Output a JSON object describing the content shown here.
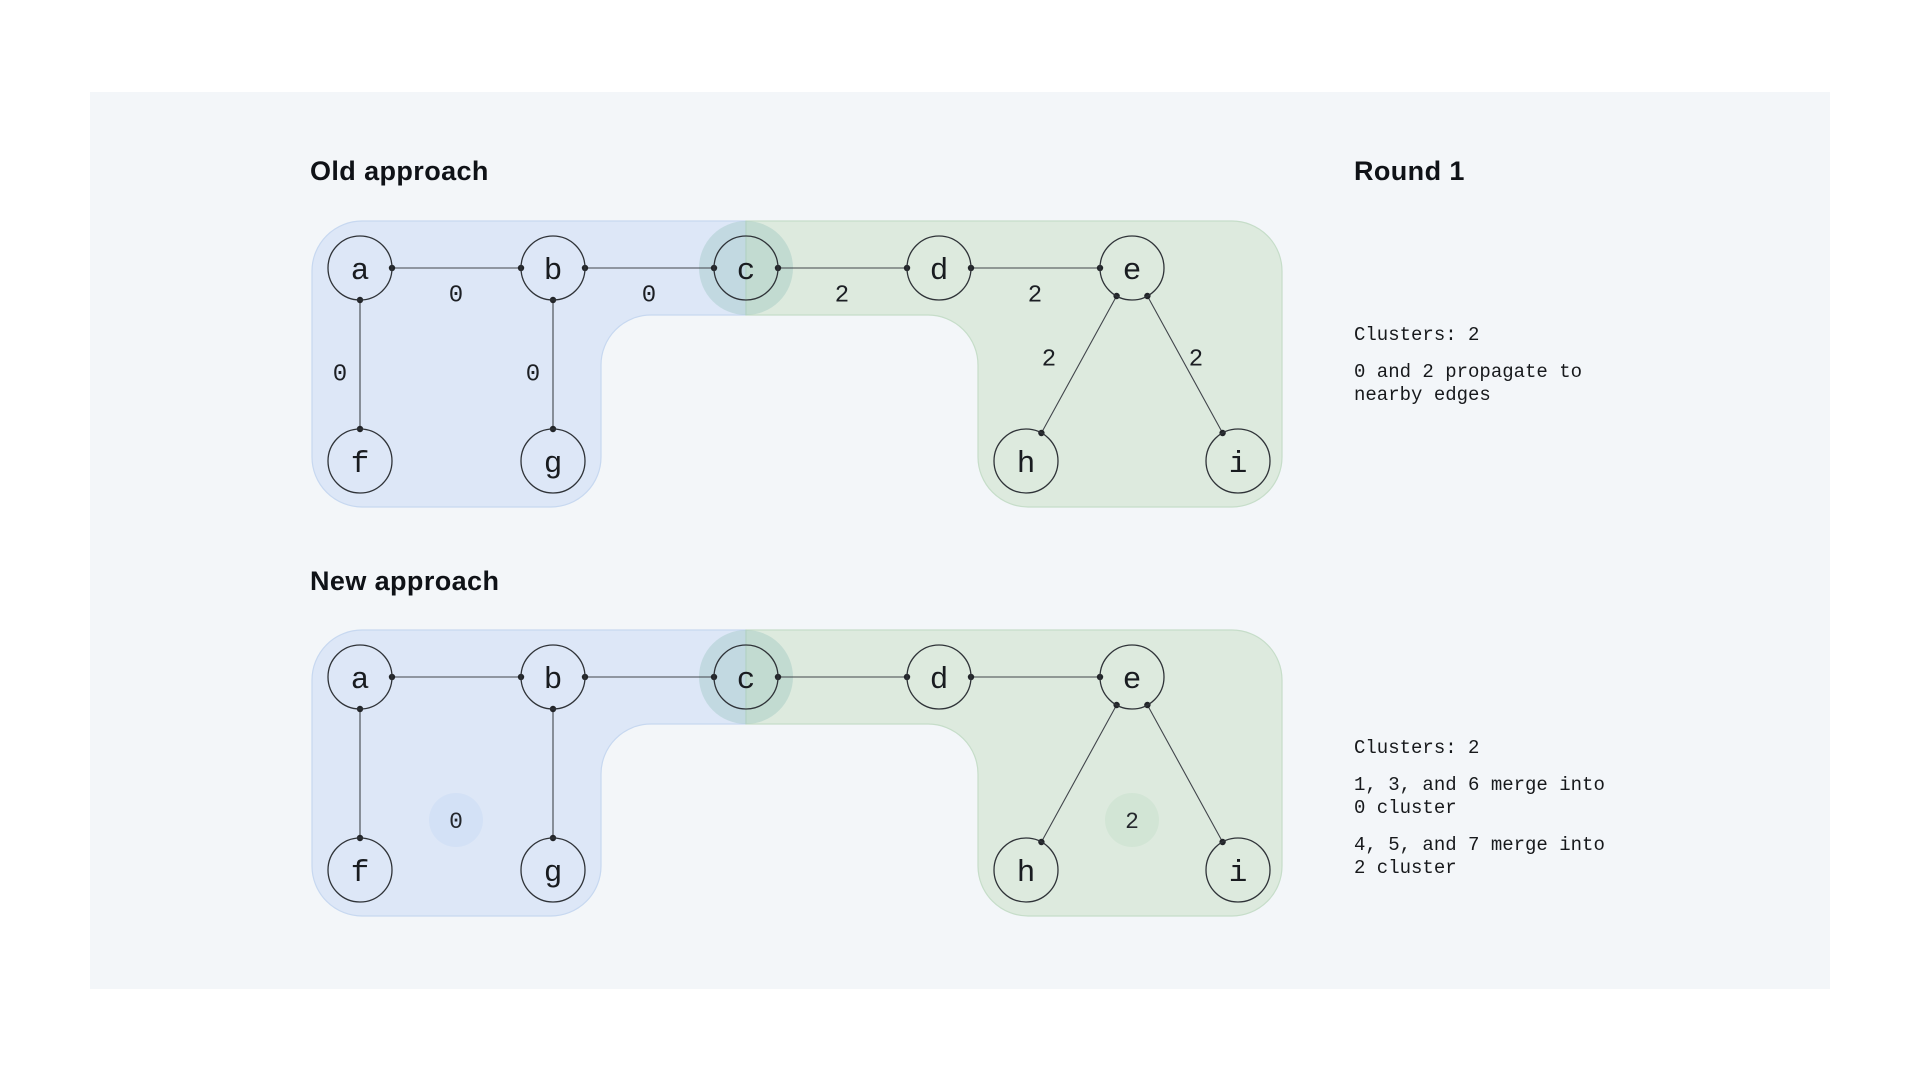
{
  "titles": {
    "old_approach": "Old approach",
    "new_approach": "New approach",
    "round": "Round 1"
  },
  "annotations": {
    "round1": {
      "clusters": "Clusters: 2",
      "note": "0 and 2 propagate to nearby edges"
    },
    "round2": {
      "clusters": "Clusters: 2",
      "notes": [
        "1, 3, and 6 merge into 0 cluster",
        "4, 5, and 7 merge into 2 cluster"
      ]
    }
  },
  "graph": {
    "node_labels": {
      "a": "a",
      "b": "b",
      "c": "c",
      "d": "d",
      "e": "e",
      "f": "f",
      "g": "g",
      "h": "h",
      "i": "i"
    },
    "edge_weights": {
      "ab": "0",
      "bc": "0",
      "cd": "2",
      "de": "2",
      "af": "0",
      "bg": "0",
      "eh": "2",
      "ei": "2"
    },
    "badges": {
      "blue_cluster": "0",
      "green_cluster": "2"
    }
  },
  "colors": {
    "panel_background": "#f3f6f9",
    "cluster_blue": "#dde7f7",
    "cluster_green": "#ddeade",
    "shared_node_highlight": "rgba(150,195,190,0.38)",
    "badge_blue": "#d3e1f6",
    "badge_green": "#d2e5d5"
  }
}
